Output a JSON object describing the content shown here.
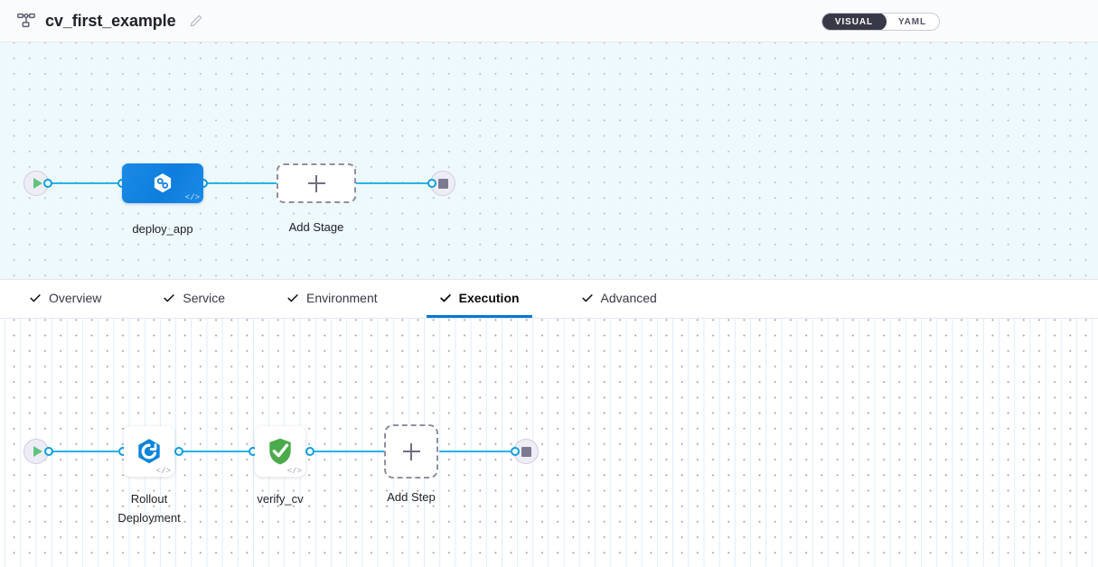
{
  "header": {
    "icon": "pipeline-icon",
    "title": "cv_first_example",
    "edit_icon": "pencil-icon",
    "view_toggle": {
      "options": [
        "VISUAL",
        "YAML"
      ],
      "selected": "VISUAL",
      "visual_label": "VISUAL",
      "yaml_label": "YAML",
      "active_bg": "#383946"
    }
  },
  "stage_canvas": {
    "background": "#eef9fd",
    "start_node": {
      "name": "start-node",
      "icon": "play-icon"
    },
    "end_node": {
      "name": "end-node",
      "icon": "stop-icon"
    },
    "nodes": [
      {
        "label": "deploy_app",
        "type": "stage",
        "icon": "harness-hexagon-icon",
        "color": "#0e7ddd",
        "badge": "</>"
      },
      {
        "label": "Add Stage",
        "type": "add",
        "icon": "plus-icon"
      }
    ]
  },
  "tabs": {
    "items": [
      {
        "label": "Overview",
        "checked": true,
        "active": false
      },
      {
        "label": "Service",
        "checked": true,
        "active": false
      },
      {
        "label": "Environment",
        "checked": true,
        "active": false
      },
      {
        "label": "Execution",
        "checked": true,
        "active": true
      },
      {
        "label": "Advanced",
        "checked": true,
        "active": false
      }
    ],
    "active_color": "#0278d5"
  },
  "step_canvas": {
    "background": "#ffffff",
    "start_node": {
      "name": "start-node",
      "icon": "play-icon"
    },
    "end_node": {
      "name": "end-node",
      "icon": "stop-icon"
    },
    "nodes": [
      {
        "label": "Rollout\nDeployment",
        "type": "step",
        "icon": "rollout-deployment-icon",
        "color": "#0b84d9",
        "badge": "</>"
      },
      {
        "label": "verify_cv",
        "type": "step",
        "icon": "verify-shield-icon",
        "color": "#4bab4b",
        "badge": "</>"
      },
      {
        "label": "Add Step",
        "type": "add",
        "icon": "plus-icon"
      }
    ]
  },
  "colors": {
    "edge": "#27b4e6",
    "port_border": "#0a9ee0",
    "terminal_bg": "#eeedf6",
    "play_green": "#5fc47f",
    "stop_gray": "#7b7a90",
    "dashed_border": "#8e8fa3"
  }
}
